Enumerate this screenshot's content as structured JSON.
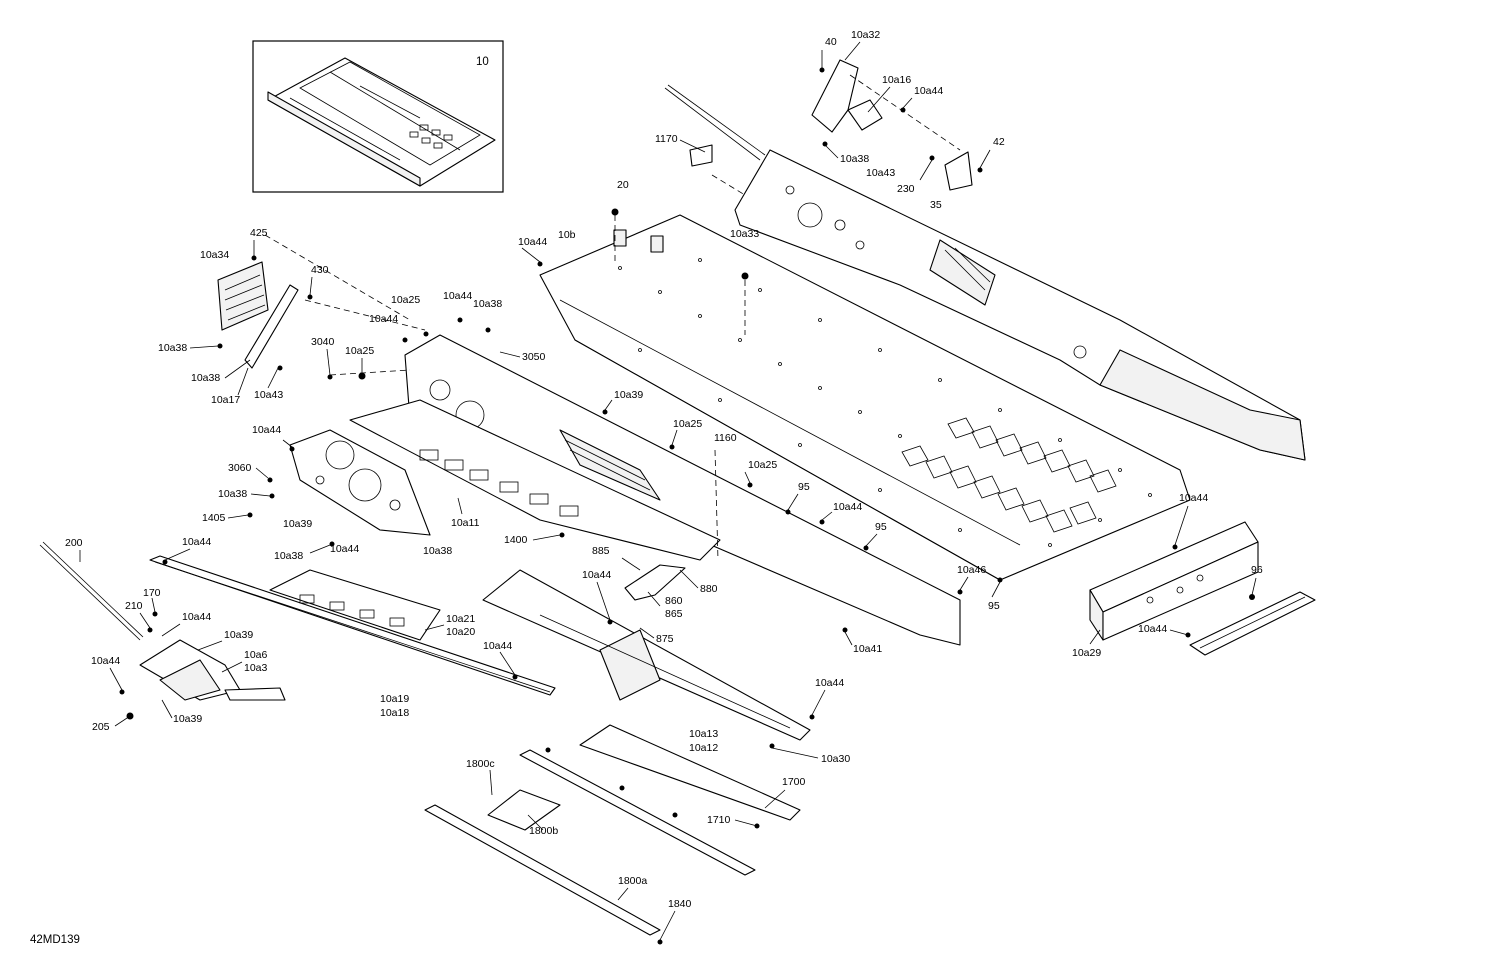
{
  "diagram_id": "42MD139",
  "inset_label": "10",
  "labels": [
    "10a32",
    "40",
    "10a16",
    "10a44",
    "10a38",
    "10a43",
    "42",
    "230",
    "35",
    "1170",
    "20",
    "10b",
    "10a44",
    "10a33",
    "425",
    "10a34",
    "430",
    "10a38",
    "10a38",
    "10a17",
    "10a43",
    "3040",
    "10a25",
    "10a25",
    "10a44",
    "10a44",
    "10a38",
    "3050",
    "10a39",
    "10a25",
    "1160",
    "10a25",
    "95",
    "10a44",
    "95",
    "10a44",
    "3060",
    "10a38",
    "1405",
    "10a39",
    "10a11",
    "1400",
    "10a38",
    "10a44",
    "10a38",
    "200",
    "10a44",
    "170",
    "210",
    "10a44",
    "10a39",
    "10a6",
    "10a3",
    "10a44",
    "205",
    "10a39",
    "10a21",
    "10a20",
    "10a19",
    "10a18",
    "10a44",
    "885",
    "10a44",
    "860",
    "865",
    "880",
    "875",
    "10a46",
    "95",
    "10a41",
    "10a44",
    "96",
    "10a29",
    "10a44",
    "10a44",
    "10a13",
    "10a12",
    "10a30",
    "1800c",
    "1800b",
    "1700",
    "1710",
    "1800a",
    "1840"
  ]
}
